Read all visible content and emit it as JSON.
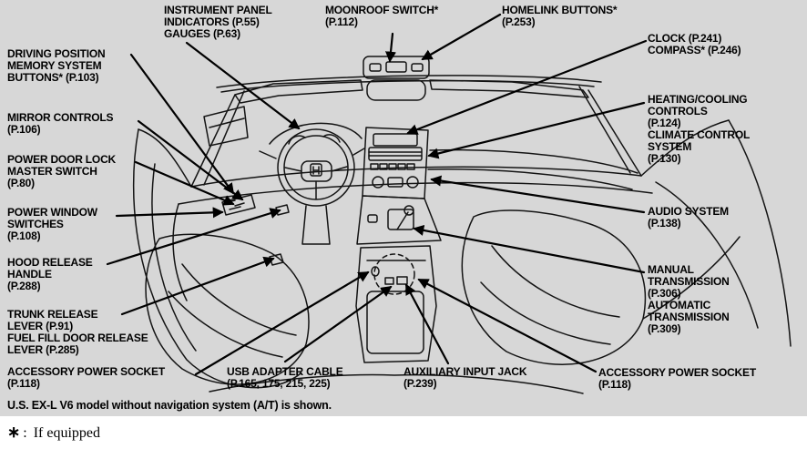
{
  "colors": {
    "panel_bg": "#d7d7d7",
    "ink": "#000000",
    "page_bg": "#ffffff"
  },
  "callouts": [
    {
      "id": "instrument-panel-indicators",
      "lines": [
        "INSTRUMENT PANEL",
        "INDICATORS (P.55)",
        "GAUGES (P.63)"
      ]
    },
    {
      "id": "moonroof-switch",
      "lines": [
        "MOONROOF SWITCH*",
        "(P.112)"
      ]
    },
    {
      "id": "homelink-buttons",
      "lines": [
        "HOMELINK BUTTONS*",
        "(P.253)"
      ]
    },
    {
      "id": "driving-position-memory",
      "lines": [
        "DRIVING POSITION",
        "MEMORY SYSTEM",
        "BUTTONS* (P.103)"
      ]
    },
    {
      "id": "clock-compass",
      "lines": [
        "CLOCK (P.241)",
        "COMPASS* (P.246)"
      ]
    },
    {
      "id": "mirror-controls",
      "lines": [
        "MIRROR CONTROLS",
        "(P.106)"
      ]
    },
    {
      "id": "heating-cooling-climate",
      "lines": [
        "HEATING/COOLING",
        "CONTROLS",
        "(P.124)",
        "CLIMATE CONTROL",
        "SYSTEM",
        "(P.130)"
      ]
    },
    {
      "id": "power-door-lock",
      "lines": [
        "POWER DOOR LOCK",
        "MASTER SWITCH",
        "(P.80)"
      ]
    },
    {
      "id": "power-window-switches",
      "lines": [
        "POWER WINDOW",
        "SWITCHES",
        "(P.108)"
      ]
    },
    {
      "id": "audio-system",
      "lines": [
        "AUDIO SYSTEM",
        "(P.138)"
      ]
    },
    {
      "id": "hood-release-handle",
      "lines": [
        "HOOD RELEASE",
        "HANDLE",
        "(P.288)"
      ]
    },
    {
      "id": "transmission",
      "lines": [
        "MANUAL",
        "TRANSMISSION",
        "(P.306)",
        "AUTOMATIC",
        "TRANSMISSION",
        "(P.309)"
      ]
    },
    {
      "id": "trunk-fuel-release",
      "lines": [
        "TRUNK RELEASE",
        "LEVER (P.91)",
        "FUEL FILL DOOR RELEASE",
        "LEVER (P.285)"
      ]
    },
    {
      "id": "accessory-power-socket-left",
      "lines": [
        "ACCESSORY POWER SOCKET",
        "(P.118)"
      ]
    },
    {
      "id": "usb-adapter-cable",
      "lines": [
        "USB ADAPTER CABLE",
        "(P.165, 175, 215, 225)"
      ]
    },
    {
      "id": "auxiliary-input-jack",
      "lines": [
        "AUXILIARY INPUT JACK",
        "(P.239)"
      ]
    },
    {
      "id": "accessory-power-socket-right",
      "lines": [
        "ACCESSORY POWER SOCKET",
        "(P.118)"
      ]
    }
  ],
  "note": "U.S. EX-L V6 model without navigation system (A/T) is shown.",
  "footnote": {
    "symbol": "∗",
    "separator": ":",
    "text": "If equipped"
  }
}
